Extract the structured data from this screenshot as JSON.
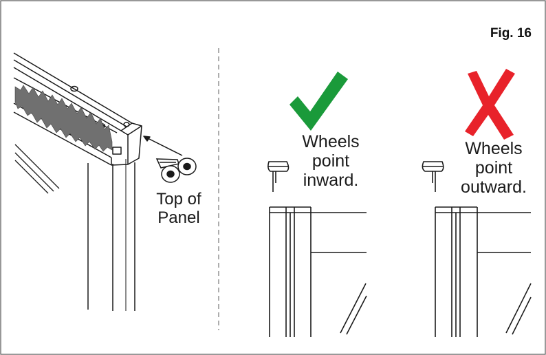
{
  "figure_label": "Fig. 16",
  "top_of_panel": [
    "Top of",
    "Panel"
  ],
  "correct": {
    "lines": [
      "Wheels",
      "point",
      "inward."
    ],
    "mark_color": "#1a9a3a",
    "mark_icon": "checkmark-icon"
  },
  "incorrect": {
    "lines": [
      "Wheels",
      "point",
      "outward."
    ],
    "mark_color": "#e8222a",
    "mark_icon": "x-mark-icon"
  },
  "colors": {
    "line": "#1a1a1a",
    "divider": "#999999",
    "frame": "#555555"
  }
}
